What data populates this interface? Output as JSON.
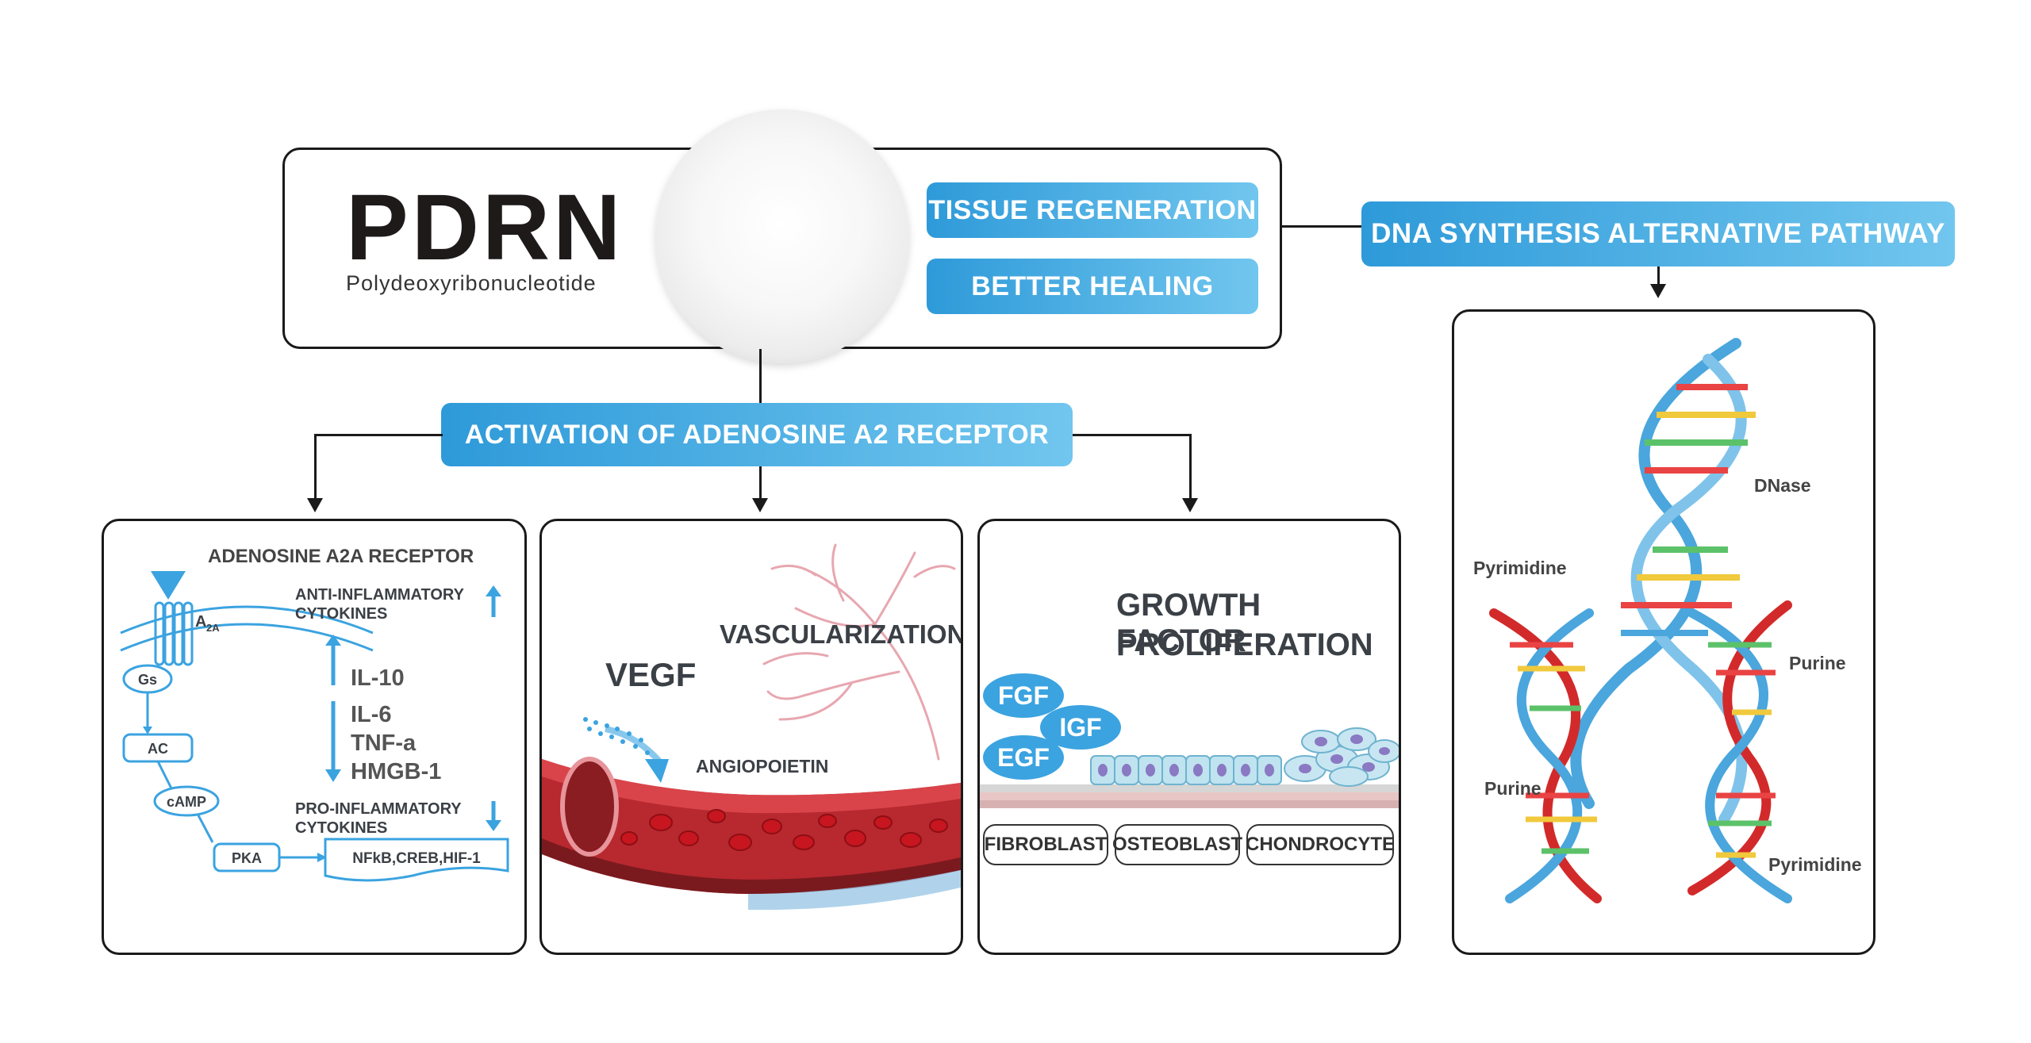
{
  "header": {
    "title": "PDRN",
    "subtitle": "Polydeoxyribonucleotide",
    "benefit_1": "TISSUE REGENERATION",
    "benefit_2": "BETTER HEALING",
    "dna_pathway": "DNA SYNTHESIS ALTERNATIVE PATHWAY"
  },
  "activation": {
    "label": "ACTIVATION OF ADENOSINE A2 RECEPTOR"
  },
  "panel_receptor": {
    "title": "ADENOSINE A2A RECEPTOR",
    "a2a": "A",
    "a2a_sub": "2A",
    "anti_inflammatory": "ANTI-INFLAMMATORY",
    "anti_inflammatory_2": "CYTOKINES",
    "il10": "IL-10",
    "il6": "IL-6",
    "tnfa": "TNF-a",
    "hmgb1": "HMGB-1",
    "pro_inflammatory": "PRO-INFLAMMATORY",
    "pro_inflammatory_2": "CYTOKINES",
    "gs": "Gs",
    "ac": "AC",
    "camp": "cAMP",
    "pka": "PKA",
    "transcription": "NFkB,CREB,HIF-1"
  },
  "panel_vessel": {
    "vegf": "VEGF",
    "vascularization": "VASCULARIZATION",
    "angiopoietin": "ANGIOPOIETIN"
  },
  "panel_growth": {
    "title_1": "GROWTH FACTOR",
    "title_2": "PROLIFERATION",
    "fgf": "FGF",
    "igf": "IGF",
    "egf": "EGF",
    "fibroblast": "FIBROBLAST",
    "osteoblast": "OSTEOBLAST",
    "chondrocyte": "CHONDROCYTE"
  },
  "panel_dna": {
    "dnase": "DNase",
    "pyrimidine_top": "Pyrimidine",
    "purine_right": "Purine",
    "purine_left": "Purine",
    "pyrimidine_bottom": "Pyrimidine"
  },
  "colors": {
    "accent_blue": "#3ba3e0",
    "dark_border": "#1a1a1a",
    "blood_red": "#c0262d",
    "dna_red": "#d22a2a",
    "dna_blue": "#4aa6dc"
  }
}
